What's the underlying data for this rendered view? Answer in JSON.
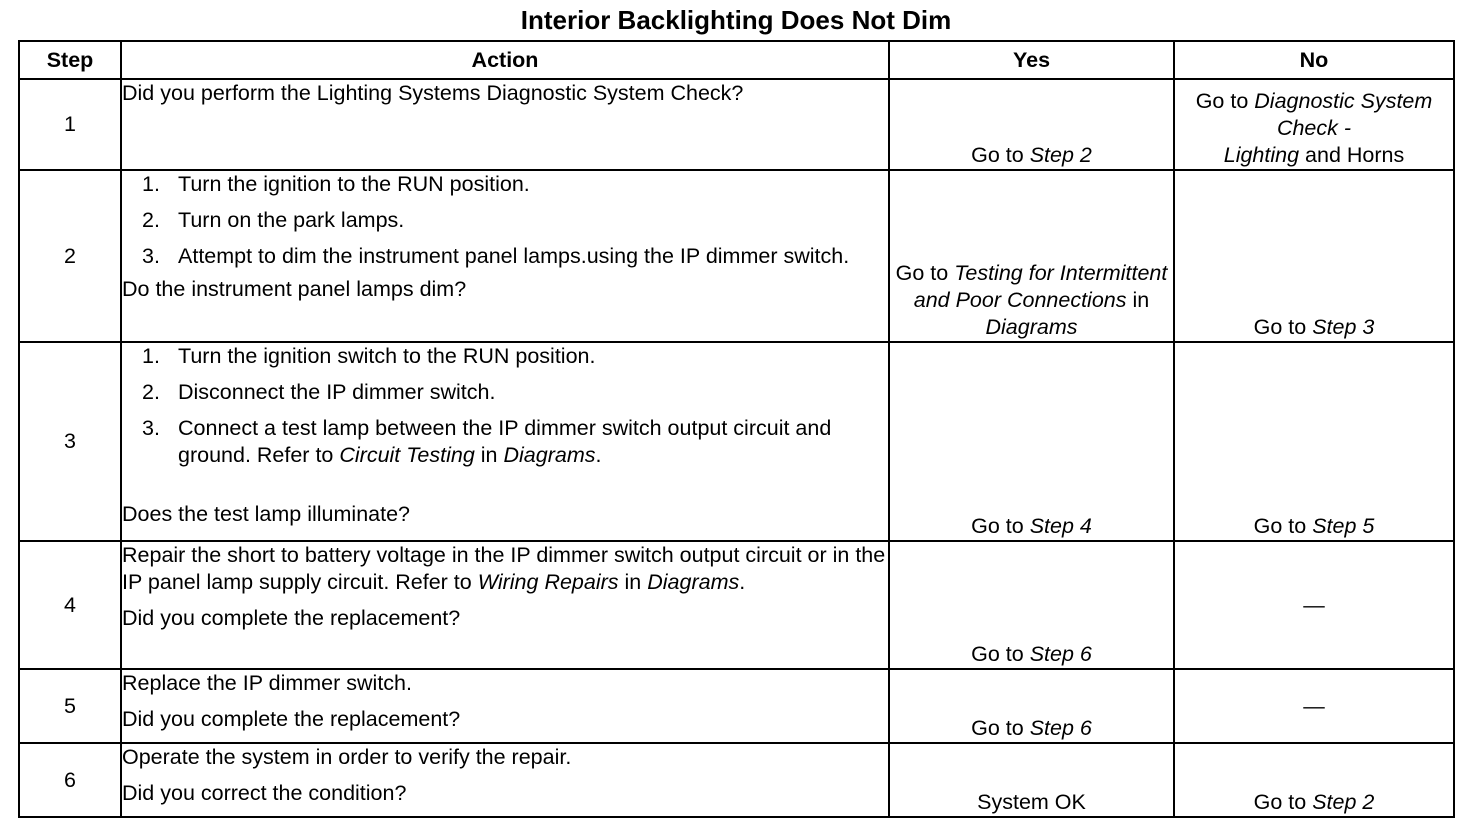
{
  "title": "Interior Backlighting Does Not Dim",
  "headers": {
    "step": "Step",
    "action": "Action",
    "yes": "Yes",
    "no": "No"
  },
  "rows": [
    {
      "step": "1",
      "question": "Did you perform the Lighting Systems Diagnostic System Check?",
      "yes": {
        "prefix": "Go to",
        "link": "Step 2"
      },
      "no": {
        "prefix": "Go to",
        "link1": "Diagnostic System Check -",
        "link2": "Lighting",
        "suffix": "and Horns"
      }
    },
    {
      "step": "2",
      "instructions": [
        {
          "num": "1.",
          "text": "Turn the ignition to the RUN position."
        },
        {
          "num": "2.",
          "text": "Turn on the park lamps."
        },
        {
          "num": "3.",
          "text": "Attempt to dim the instrument panel lamps.using the IP dimmer switch."
        }
      ],
      "question": "Do the instrument panel lamps dim?",
      "yes": {
        "prefix": "Go to",
        "link": "Testing for Intermittent and Poor Connections",
        "mid": "in",
        "link2": "Diagrams"
      },
      "no": {
        "prefix": "Go to",
        "link": "Step 3"
      }
    },
    {
      "step": "3",
      "instructions": [
        {
          "num": "1.",
          "text": "Turn the ignition switch to the RUN position."
        },
        {
          "num": "2.",
          "text": "Disconnect the IP dimmer switch."
        },
        {
          "num": "3.",
          "text": "Connect a test lamp between the IP dimmer switch output circuit and ground. Refer to",
          "link": "Circuit Testing",
          "mid": "in",
          "link2": "Diagrams",
          "end": "."
        }
      ],
      "question": "Does the test lamp illuminate?",
      "yes": {
        "prefix": "Go to",
        "link": "Step 4"
      },
      "no": {
        "prefix": "Go to",
        "link": "Step 5"
      }
    },
    {
      "step": "4",
      "text": "Repair the short to battery voltage in the IP dimmer switch output circuit or in the IP panel lamp supply circuit. Refer to",
      "link": "Wiring Repairs",
      "mid": "in",
      "link2": "Diagrams",
      "end": ".",
      "question": "Did you complete the replacement?",
      "yes": {
        "prefix": "Go to",
        "link": "Step 6"
      },
      "no": "—"
    },
    {
      "step": "5",
      "text": "Replace the IP dimmer switch.",
      "question": "Did you complete the replacement?",
      "yes": {
        "prefix": "Go to",
        "link": "Step 6"
      },
      "no": "—"
    },
    {
      "step": "6",
      "text": "Operate the system in order to verify the repair.",
      "question": "Did you correct the condition?",
      "yes": {
        "text": "System OK"
      },
      "no": {
        "prefix": "Go to",
        "link": "Step 2"
      }
    }
  ]
}
